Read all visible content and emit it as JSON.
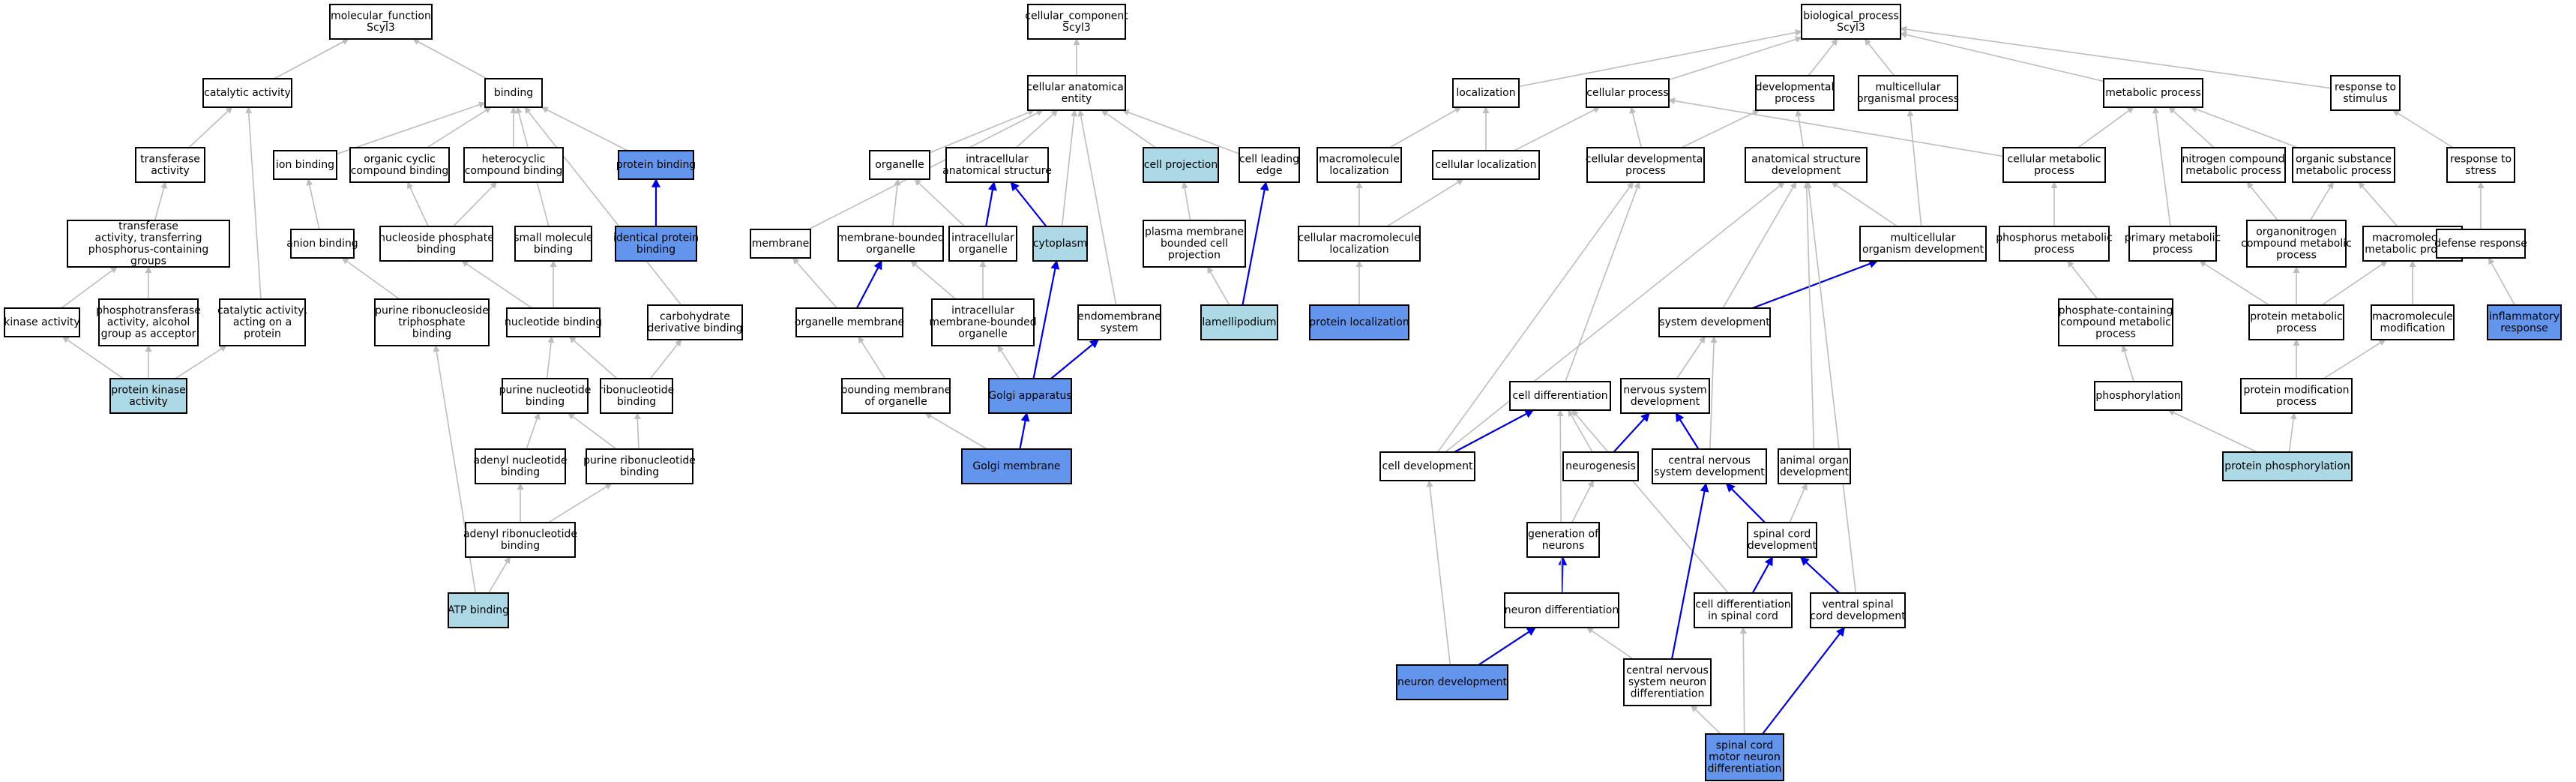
{
  "colors": {
    "plain": "#ffffff",
    "light": "#add8e6",
    "dark": "#6495ed",
    "edge_gray": "#bdbdbd",
    "edge_blue": "#0000dd"
  },
  "nodes": [
    {
      "id": "mf",
      "lines": [
        "molecular_function",
        "Scyl3"
      ],
      "fill": "plain"
    },
    {
      "id": "cat",
      "lines": [
        "catalytic activity"
      ],
      "fill": "plain"
    },
    {
      "id": "bind",
      "lines": [
        "binding"
      ],
      "fill": "plain"
    },
    {
      "id": "trans",
      "lines": [
        "transferase",
        "activity"
      ],
      "fill": "plain"
    },
    {
      "id": "ionb",
      "lines": [
        "ion binding"
      ],
      "fill": "plain"
    },
    {
      "id": "orgcyc",
      "lines": [
        "organic cyclic",
        "compound binding"
      ],
      "fill": "plain"
    },
    {
      "id": "hetcyc",
      "lines": [
        "heterocyclic",
        "compound binding"
      ],
      "fill": "plain"
    },
    {
      "id": "protb",
      "lines": [
        "protein binding"
      ],
      "fill": "dark"
    },
    {
      "id": "transP",
      "lines": [
        "transferase",
        "activity, transferring",
        "phosphorus-containing",
        "groups"
      ],
      "fill": "plain"
    },
    {
      "id": "anionb",
      "lines": [
        "anion binding"
      ],
      "fill": "plain"
    },
    {
      "id": "nucphos",
      "lines": [
        "nucleoside phosphate",
        "binding"
      ],
      "fill": "plain"
    },
    {
      "id": "smb",
      "lines": [
        "small molecule",
        "binding"
      ],
      "fill": "plain"
    },
    {
      "id": "identp",
      "lines": [
        "identical protein",
        "binding"
      ],
      "fill": "dark"
    },
    {
      "id": "kinase",
      "lines": [
        "kinase activity"
      ],
      "fill": "plain"
    },
    {
      "id": "phosal",
      "lines": [
        "phosphotransferase",
        "activity, alcohol",
        "group as acceptor"
      ],
      "fill": "plain"
    },
    {
      "id": "catprot",
      "lines": [
        "catalytic activity,",
        "acting on a",
        "protein"
      ],
      "fill": "plain"
    },
    {
      "id": "purtri",
      "lines": [
        "purine ribonucleoside",
        "triphosphate",
        "binding"
      ],
      "fill": "plain"
    },
    {
      "id": "nucb",
      "lines": [
        "nucleotide binding"
      ],
      "fill": "plain"
    },
    {
      "id": "carbo",
      "lines": [
        "carbohydrate",
        "derivative binding"
      ],
      "fill": "plain"
    },
    {
      "id": "pka",
      "lines": [
        "protein kinase",
        "activity"
      ],
      "fill": "light"
    },
    {
      "id": "purnuc",
      "lines": [
        "purine nucleotide",
        "binding"
      ],
      "fill": "plain"
    },
    {
      "id": "ribnuc",
      "lines": [
        "ribonucleotide",
        "binding"
      ],
      "fill": "plain"
    },
    {
      "id": "adenyl",
      "lines": [
        "adenyl nucleotide",
        "binding"
      ],
      "fill": "plain"
    },
    {
      "id": "purrib",
      "lines": [
        "purine ribonucleotide",
        "binding"
      ],
      "fill": "plain"
    },
    {
      "id": "adenrib",
      "lines": [
        "adenyl ribonucleotide",
        "binding"
      ],
      "fill": "plain"
    },
    {
      "id": "atp",
      "lines": [
        "ATP binding"
      ],
      "fill": "light"
    },
    {
      "id": "cc",
      "lines": [
        "cellular_component",
        "Scyl3"
      ],
      "fill": "plain"
    },
    {
      "id": "cae",
      "lines": [
        "cellular anatomical",
        "entity"
      ],
      "fill": "plain"
    },
    {
      "id": "organelle",
      "lines": [
        "organelle"
      ],
      "fill": "plain"
    },
    {
      "id": "ias",
      "lines": [
        "intracellular",
        "anatomical structure"
      ],
      "fill": "plain"
    },
    {
      "id": "cellproj",
      "lines": [
        "cell projection"
      ],
      "fill": "light"
    },
    {
      "id": "cle",
      "lines": [
        "cell leading",
        "edge"
      ],
      "fill": "plain"
    },
    {
      "id": "membrane",
      "lines": [
        "membrane"
      ],
      "fill": "plain"
    },
    {
      "id": "mbo",
      "lines": [
        "membrane-bounded",
        "organelle"
      ],
      "fill": "plain"
    },
    {
      "id": "intorg",
      "lines": [
        "intracellular",
        "organelle"
      ],
      "fill": "plain"
    },
    {
      "id": "cytoplasm",
      "lines": [
        "cytoplasm"
      ],
      "fill": "light"
    },
    {
      "id": "pmbcp",
      "lines": [
        "plasma membrane",
        "bounded cell",
        "projection"
      ],
      "fill": "plain"
    },
    {
      "id": "orgmem",
      "lines": [
        "organelle membrane"
      ],
      "fill": "plain"
    },
    {
      "id": "imbo",
      "lines": [
        "intracellular",
        "membrane-bounded",
        "organelle"
      ],
      "fill": "plain"
    },
    {
      "id": "endo",
      "lines": [
        "endomembrane",
        "system"
      ],
      "fill": "plain"
    },
    {
      "id": "lamel",
      "lines": [
        "lamellipodium"
      ],
      "fill": "light"
    },
    {
      "id": "bmo",
      "lines": [
        "bounding membrane",
        "of organelle"
      ],
      "fill": "plain"
    },
    {
      "id": "golgi",
      "lines": [
        "Golgi apparatus"
      ],
      "fill": "dark"
    },
    {
      "id": "golgimem",
      "lines": [
        "Golgi membrane"
      ],
      "fill": "dark"
    },
    {
      "id": "bp",
      "lines": [
        "biological_process",
        "Scyl3"
      ],
      "fill": "plain"
    },
    {
      "id": "loc",
      "lines": [
        "localization"
      ],
      "fill": "plain"
    },
    {
      "id": "cellproc",
      "lines": [
        "cellular process"
      ],
      "fill": "plain"
    },
    {
      "id": "devproc",
      "lines": [
        "developmental",
        "process"
      ],
      "fill": "plain"
    },
    {
      "id": "multi",
      "lines": [
        "multicellular",
        "organismal process"
      ],
      "fill": "plain"
    },
    {
      "id": "metab",
      "lines": [
        "metabolic process"
      ],
      "fill": "plain"
    },
    {
      "id": "rts",
      "lines": [
        "response to",
        "stimulus"
      ],
      "fill": "plain"
    },
    {
      "id": "macroloc",
      "lines": [
        "macromolecule",
        "localization"
      ],
      "fill": "plain"
    },
    {
      "id": "cellloc",
      "lines": [
        "cellular localization"
      ],
      "fill": "plain"
    },
    {
      "id": "celldevproc",
      "lines": [
        "cellular developmental",
        "process"
      ],
      "fill": "plain"
    },
    {
      "id": "asd",
      "lines": [
        "anatomical structure",
        "development"
      ],
      "fill": "plain"
    },
    {
      "id": "cellmet",
      "lines": [
        "cellular metabolic",
        "process"
      ],
      "fill": "plain"
    },
    {
      "id": "ncmp",
      "lines": [
        "nitrogen compound",
        "metabolic process"
      ],
      "fill": "plain"
    },
    {
      "id": "osmp",
      "lines": [
        "organic substance",
        "metabolic process"
      ],
      "fill": "plain"
    },
    {
      "id": "rstress",
      "lines": [
        "response to",
        "stress"
      ],
      "fill": "plain"
    },
    {
      "id": "cml",
      "lines": [
        "cellular macromolecule",
        "localization"
      ],
      "fill": "plain"
    },
    {
      "id": "mod",
      "lines": [
        "multicellular",
        "organism development"
      ],
      "fill": "plain"
    },
    {
      "id": "phmp",
      "lines": [
        "phosphorus metabolic",
        "process"
      ],
      "fill": "plain"
    },
    {
      "id": "pmp",
      "lines": [
        "primary metabolic",
        "process"
      ],
      "fill": "plain"
    },
    {
      "id": "oncmp",
      "lines": [
        "organonitrogen",
        "compound metabolic",
        "process"
      ],
      "fill": "plain"
    },
    {
      "id": "mmp",
      "lines": [
        "macromolecule",
        "metabolic process"
      ],
      "fill": "plain"
    },
    {
      "id": "defresp",
      "lines": [
        "defense response"
      ],
      "fill": "plain"
    },
    {
      "id": "protloc",
      "lines": [
        "protein localization"
      ],
      "fill": "dark"
    },
    {
      "id": "sysdev",
      "lines": [
        "system development"
      ],
      "fill": "plain"
    },
    {
      "id": "pccmp",
      "lines": [
        "phosphate-containing",
        "compound metabolic",
        "process"
      ],
      "fill": "plain"
    },
    {
      "id": "protmet",
      "lines": [
        "protein metabolic",
        "process"
      ],
      "fill": "plain"
    },
    {
      "id": "macromod",
      "lines": [
        "macromolecule",
        "modification"
      ],
      "fill": "plain"
    },
    {
      "id": "inflam",
      "lines": [
        "inflammatory",
        "response"
      ],
      "fill": "dark"
    },
    {
      "id": "celldiff",
      "lines": [
        "cell differentiation"
      ],
      "fill": "plain"
    },
    {
      "id": "nsd",
      "lines": [
        "nervous system",
        "development"
      ],
      "fill": "plain"
    },
    {
      "id": "phosph",
      "lines": [
        "phosphorylation"
      ],
      "fill": "plain"
    },
    {
      "id": "pmodp",
      "lines": [
        "protein modification",
        "process"
      ],
      "fill": "plain"
    },
    {
      "id": "celldev",
      "lines": [
        "cell development"
      ],
      "fill": "plain"
    },
    {
      "id": "neurogen",
      "lines": [
        "neurogenesis"
      ],
      "fill": "plain"
    },
    {
      "id": "cnsd",
      "lines": [
        "central nervous",
        "system development"
      ],
      "fill": "plain"
    },
    {
      "id": "aod",
      "lines": [
        "animal organ",
        "development"
      ],
      "fill": "plain"
    },
    {
      "id": "protphos",
      "lines": [
        "protein phosphorylation"
      ],
      "fill": "light"
    },
    {
      "id": "genneur",
      "lines": [
        "generation of",
        "neurons"
      ],
      "fill": "plain"
    },
    {
      "id": "scd",
      "lines": [
        "spinal cord",
        "development"
      ],
      "fill": "plain"
    },
    {
      "id": "neurdiff",
      "lines": [
        "neuron differentiation"
      ],
      "fill": "plain"
    },
    {
      "id": "cdsc",
      "lines": [
        "cell differentiation",
        "in spinal cord"
      ],
      "fill": "plain"
    },
    {
      "id": "vscd",
      "lines": [
        "ventral spinal",
        "cord development"
      ],
      "fill": "plain"
    },
    {
      "id": "neurdev",
      "lines": [
        "neuron development"
      ],
      "fill": "dark"
    },
    {
      "id": "cnsnd",
      "lines": [
        "central nervous",
        "system neuron",
        "differentiation"
      ],
      "fill": "plain"
    },
    {
      "id": "scmnd",
      "lines": [
        "spinal cord",
        "motor neuron",
        "differentiation"
      ],
      "fill": "dark"
    }
  ],
  "edges": [
    [
      "cat",
      "mf",
      "gray"
    ],
    [
      "bind",
      "mf",
      "gray"
    ],
    [
      "trans",
      "cat",
      "gray"
    ],
    [
      "catprot",
      "cat",
      "gray"
    ],
    [
      "ionb",
      "bind",
      "gray"
    ],
    [
      "orgcyc",
      "bind",
      "gray"
    ],
    [
      "hetcyc",
      "bind",
      "gray"
    ],
    [
      "protb",
      "bind",
      "gray"
    ],
    [
      "smb",
      "bind",
      "gray"
    ],
    [
      "carbo",
      "bind",
      "gray"
    ],
    [
      "transP",
      "trans",
      "gray"
    ],
    [
      "anionb",
      "ionb",
      "gray"
    ],
    [
      "nucphos",
      "orgcyc",
      "gray"
    ],
    [
      "nucphos",
      "hetcyc",
      "gray"
    ],
    [
      "identp",
      "protb",
      "blue"
    ],
    [
      "kinase",
      "transP",
      "gray"
    ],
    [
      "phosal",
      "transP",
      "gray"
    ],
    [
      "purtri",
      "anionb",
      "gray"
    ],
    [
      "nucb",
      "nucphos",
      "gray"
    ],
    [
      "nucb",
      "smb",
      "gray"
    ],
    [
      "pka",
      "kinase",
      "gray"
    ],
    [
      "pka",
      "phosal",
      "gray"
    ],
    [
      "pka",
      "catprot",
      "gray"
    ],
    [
      "purnuc",
      "nucb",
      "gray"
    ],
    [
      "ribnuc",
      "nucb",
      "gray"
    ],
    [
      "ribnuc",
      "carbo",
      "gray"
    ],
    [
      "adenyl",
      "purnuc",
      "gray"
    ],
    [
      "purrib",
      "purnuc",
      "gray"
    ],
    [
      "purrib",
      "ribnuc",
      "gray"
    ],
    [
      "adenrib",
      "adenyl",
      "gray"
    ],
    [
      "adenrib",
      "purrib",
      "gray"
    ],
    [
      "atp",
      "adenrib",
      "gray"
    ],
    [
      "atp",
      "purtri",
      "gray"
    ],
    [
      "cae",
      "cc",
      "gray"
    ],
    [
      "organelle",
      "cae",
      "gray"
    ],
    [
      "ias",
      "cae",
      "gray"
    ],
    [
      "cellproj",
      "cae",
      "gray"
    ],
    [
      "cle",
      "cae",
      "gray"
    ],
    [
      "membrane",
      "cae",
      "gray"
    ],
    [
      "cytoplasm",
      "cae",
      "gray"
    ],
    [
      "endo",
      "cae",
      "gray"
    ],
    [
      "mbo",
      "organelle",
      "gray"
    ],
    [
      "intorg",
      "organelle",
      "gray"
    ],
    [
      "intorg",
      "ias",
      "blue"
    ],
    [
      "cytoplasm",
      "ias",
      "blue"
    ],
    [
      "pmbcp",
      "cellproj",
      "gray"
    ],
    [
      "lamel",
      "pmbcp",
      "gray"
    ],
    [
      "lamel",
      "cle",
      "blue"
    ],
    [
      "orgmem",
      "membrane",
      "gray"
    ],
    [
      "orgmem",
      "mbo",
      "blue"
    ],
    [
      "imbo",
      "mbo",
      "gray"
    ],
    [
      "imbo",
      "intorg",
      "gray"
    ],
    [
      "bmo",
      "orgmem",
      "gray"
    ],
    [
      "golgi",
      "imbo",
      "gray"
    ],
    [
      "golgi",
      "endo",
      "blue"
    ],
    [
      "golgi",
      "cytoplasm",
      "blue"
    ],
    [
      "golgimem",
      "golgi",
      "blue"
    ],
    [
      "golgimem",
      "bmo",
      "gray"
    ],
    [
      "loc",
      "bp",
      "gray"
    ],
    [
      "cellproc",
      "bp",
      "gray"
    ],
    [
      "devproc",
      "bp",
      "gray"
    ],
    [
      "multi",
      "bp",
      "gray"
    ],
    [
      "metab",
      "bp",
      "gray"
    ],
    [
      "rts",
      "bp",
      "gray"
    ],
    [
      "macroloc",
      "loc",
      "gray"
    ],
    [
      "cellloc",
      "loc",
      "gray"
    ],
    [
      "cellloc",
      "cellproc",
      "gray"
    ],
    [
      "celldevproc",
      "cellproc",
      "gray"
    ],
    [
      "celldevproc",
      "devproc",
      "gray"
    ],
    [
      "asd",
      "devproc",
      "gray"
    ],
    [
      "cellmet",
      "cellproc",
      "gray"
    ],
    [
      "cellmet",
      "metab",
      "gray"
    ],
    [
      "ncmp",
      "metab",
      "gray"
    ],
    [
      "osmp",
      "metab",
      "gray"
    ],
    [
      "rstress",
      "rts",
      "gray"
    ],
    [
      "cml",
      "macroloc",
      "gray"
    ],
    [
      "cml",
      "cellloc",
      "gray"
    ],
    [
      "mod",
      "multi",
      "gray"
    ],
    [
      "mod",
      "asd",
      "gray"
    ],
    [
      "phmp",
      "cellmet",
      "gray"
    ],
    [
      "pmp",
      "metab",
      "gray"
    ],
    [
      "oncmp",
      "ncmp",
      "gray"
    ],
    [
      "oncmp",
      "osmp",
      "gray"
    ],
    [
      "mmp",
      "osmp",
      "gray"
    ],
    [
      "defresp",
      "rstress",
      "gray"
    ],
    [
      "protloc",
      "cml",
      "gray"
    ],
    [
      "sysdev",
      "mod",
      "blue"
    ],
    [
      "sysdev",
      "asd",
      "gray"
    ],
    [
      "pccmp",
      "phmp",
      "gray"
    ],
    [
      "protmet",
      "pmp",
      "gray"
    ],
    [
      "protmet",
      "oncmp",
      "gray"
    ],
    [
      "protmet",
      "mmp",
      "gray"
    ],
    [
      "macromod",
      "mmp",
      "gray"
    ],
    [
      "inflam",
      "defresp",
      "gray"
    ],
    [
      "celldiff",
      "celldevproc",
      "gray"
    ],
    [
      "nsd",
      "sysdev",
      "gray"
    ],
    [
      "phosph",
      "pccmp",
      "gray"
    ],
    [
      "pmodp",
      "protmet",
      "gray"
    ],
    [
      "pmodp",
      "macromod",
      "gray"
    ],
    [
      "celldev",
      "celldiff",
      "blue"
    ],
    [
      "celldev",
      "celldevproc",
      "gray"
    ],
    [
      "celldev",
      "asd",
      "gray"
    ],
    [
      "neurogen",
      "nsd",
      "blue"
    ],
    [
      "neurogen",
      "celldiff",
      "gray"
    ],
    [
      "cnsd",
      "nsd",
      "blue"
    ],
    [
      "cnsd",
      "sysdev",
      "gray"
    ],
    [
      "aod",
      "asd",
      "gray"
    ],
    [
      "protphos",
      "phosph",
      "gray"
    ],
    [
      "protphos",
      "pmodp",
      "gray"
    ],
    [
      "genneur",
      "neurogen",
      "gray"
    ],
    [
      "scd",
      "cnsd",
      "blue"
    ],
    [
      "scd",
      "aod",
      "gray"
    ],
    [
      "neurdiff",
      "genneur",
      "blue"
    ],
    [
      "neurdiff",
      "celldiff",
      "gray"
    ],
    [
      "cdsc",
      "scd",
      "blue"
    ],
    [
      "cdsc",
      "celldiff",
      "gray"
    ],
    [
      "vscd",
      "scd",
      "blue"
    ],
    [
      "vscd",
      "asd",
      "gray"
    ],
    [
      "neurdev",
      "neurdiff",
      "blue"
    ],
    [
      "neurdev",
      "celldev",
      "gray"
    ],
    [
      "cnsnd",
      "neurdiff",
      "gray"
    ],
    [
      "cnsnd",
      "cnsd",
      "blue"
    ],
    [
      "scmnd",
      "cnsnd",
      "gray"
    ],
    [
      "scmnd",
      "cdsc",
      "gray"
    ],
    [
      "scmnd",
      "vscd",
      "blue"
    ]
  ]
}
